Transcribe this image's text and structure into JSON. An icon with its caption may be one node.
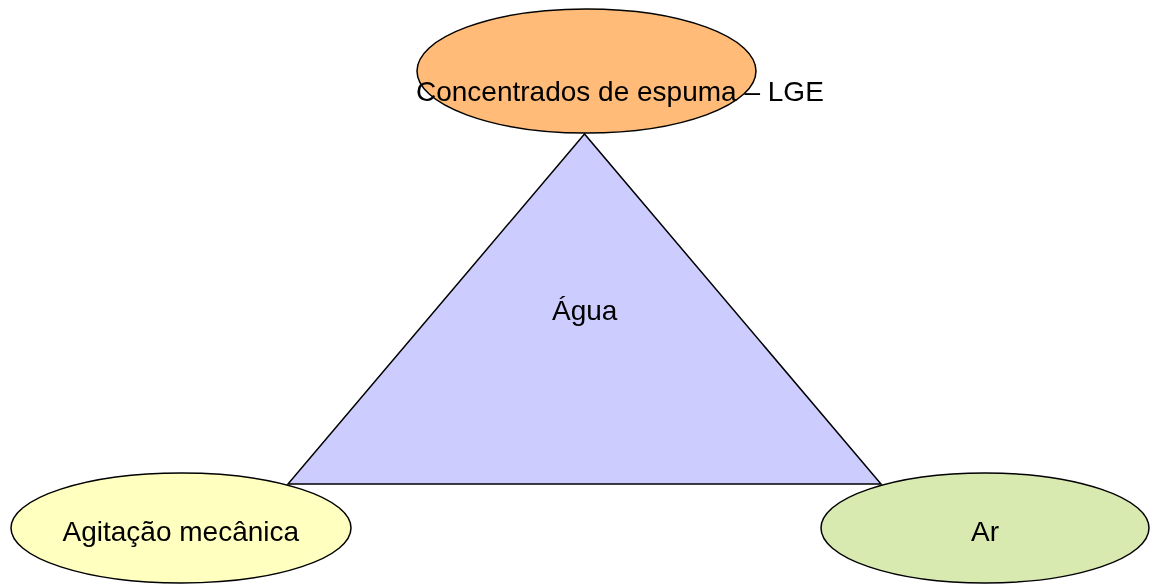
{
  "diagram": {
    "nodes": [
      {
        "text": [
          "Concentrados de espuma – LGE"
        ]
      },
      {
        "text": [
          "Água"
        ]
      },
      {
        "text": [
          "Agitação mecânica"
        ]
      },
      {
        "text": [
          "Ar"
        ]
      }
    ]
  }
}
